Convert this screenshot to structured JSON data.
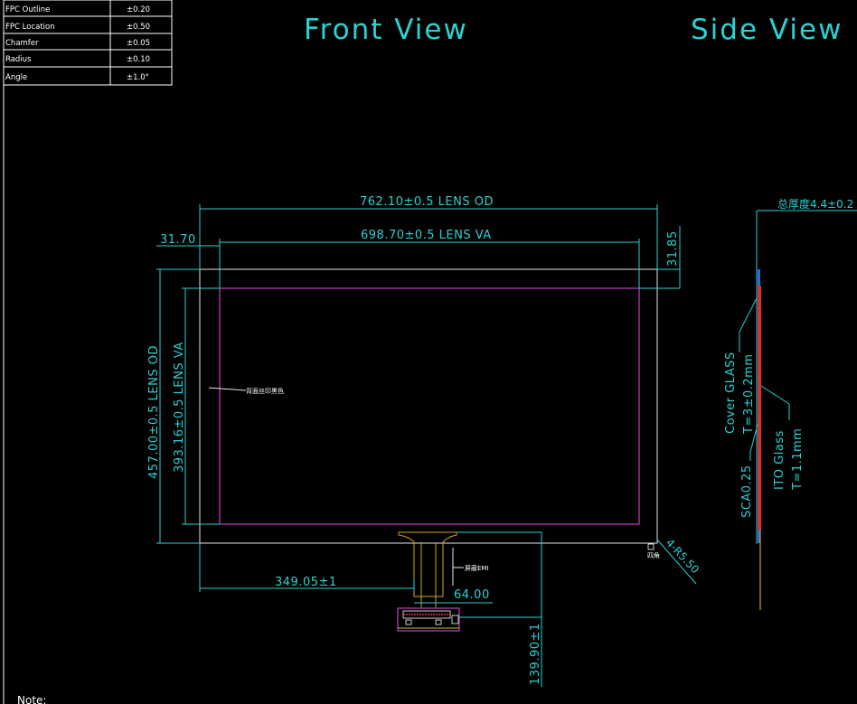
{
  "tolerance_table": [
    {
      "item": "FPC Outline",
      "value": "±0.20"
    },
    {
      "item": "FPC Location",
      "value": "±0.50"
    },
    {
      "item": "Chamfer",
      "value": "±0.05"
    },
    {
      "item": "Radius",
      "value": "±0.10"
    },
    {
      "item": "Angle",
      "value": "±1.0°"
    }
  ],
  "titles": {
    "front": "Front View",
    "side": "Side View"
  },
  "front_view": {
    "lens_od_width": "762.10±0.5 LENS OD",
    "lens_va_width": "698.70±0.5 LENS VA",
    "left_offset": "31.70",
    "top_offset": "31.85",
    "lens_od_height": "457.00±0.5 LENS OD",
    "lens_va_height": "393.16±0.5 LENS VA",
    "fpc_offset": "349.05±1",
    "fpc_width": "64.00",
    "fpc_length": "139.90±1",
    "corner_radius": "4-R5.50",
    "note_print_color": "背面丝印黑色",
    "note_emi": "屏蔽EMI",
    "note_corner": "四角"
  },
  "side_view": {
    "total_thickness": "总厚度4.4±0.2",
    "cover_glass_label": "Cover GLASS",
    "cover_glass_thickness": "T=3±0.2mm",
    "ito_glass_label": "ITO Glass",
    "ito_glass_thickness": "T=1.1mm",
    "sca_label": "SCA0.25"
  },
  "footer": {
    "note": "Note:"
  }
}
